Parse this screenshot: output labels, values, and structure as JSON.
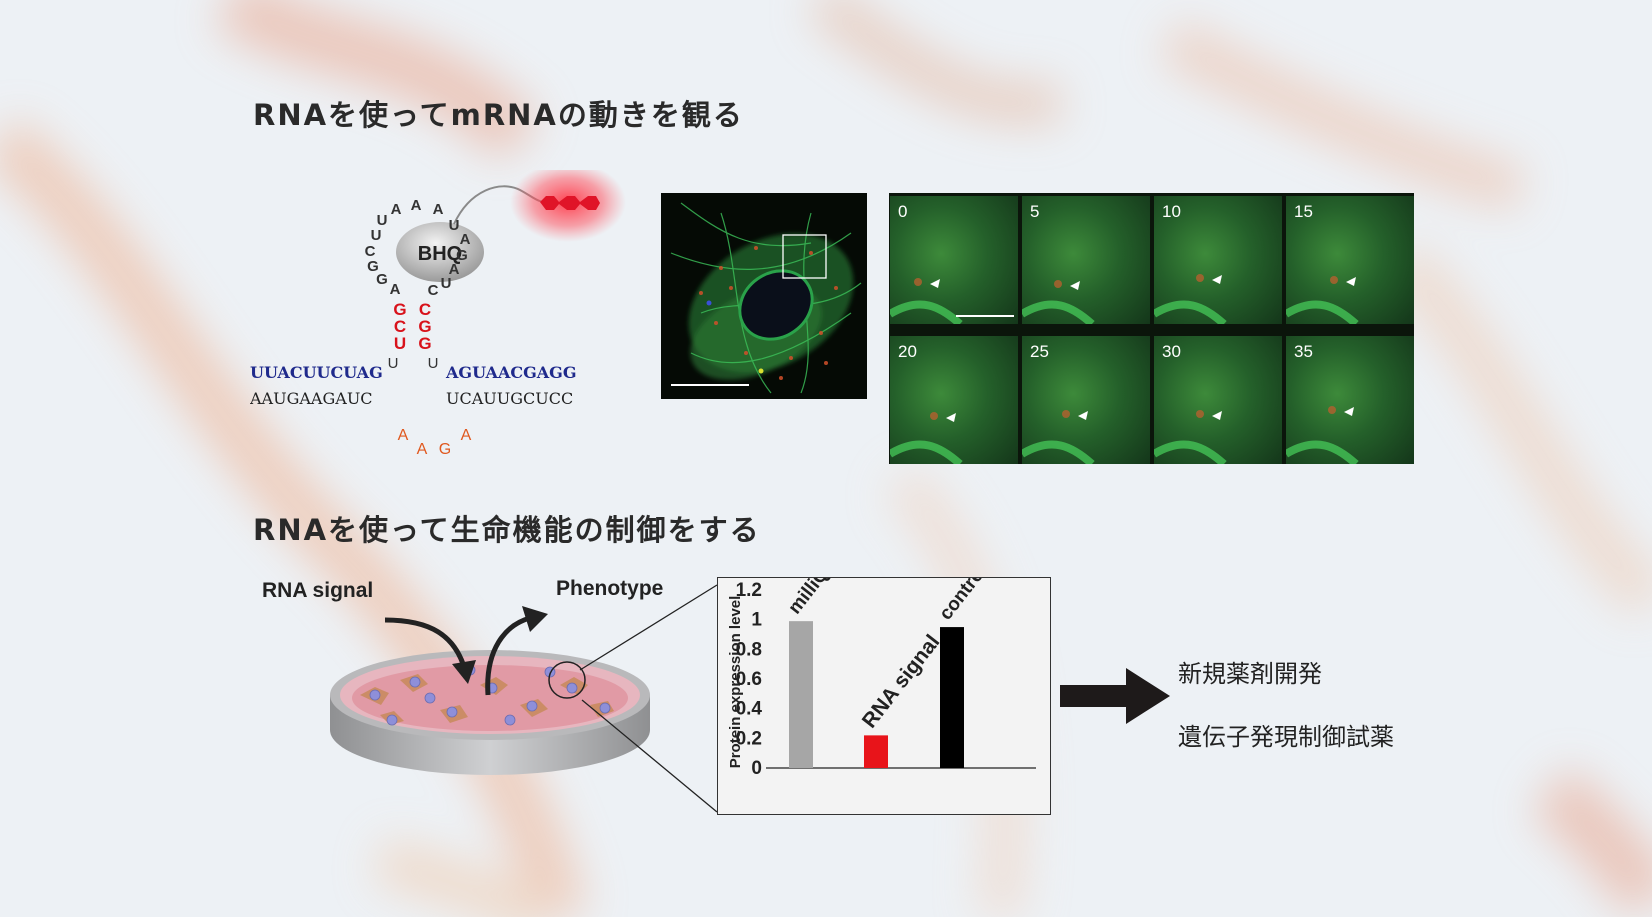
{
  "headings": {
    "top": "RNAを使ってmRNAの動きを観る",
    "bottom": "RNAを使って生命機能の制御をする"
  },
  "hairpin": {
    "quencher": "BHQ",
    "loop_letters": [
      "U",
      "A",
      "A",
      "A",
      "U",
      "A",
      "G",
      "A",
      "U",
      "C",
      "A",
      "G",
      "G",
      "C",
      "U"
    ],
    "stem_left": [
      "G",
      "C",
      "U"
    ],
    "stem_right": [
      "C",
      "G",
      "G"
    ],
    "bulge_left": "U",
    "bulge_right": "U",
    "strand_top_left": "UUACUUCUAG",
    "strand_top_right": "AGUAACGAGG",
    "strand_bottom_left": "AAUGAAGAUC",
    "strand_bottom_right": "UCAUUGCUCC",
    "bottom_loop": [
      "A",
      "A",
      "G",
      "A"
    ]
  },
  "timelapse": {
    "frames": [
      "0",
      "5",
      "10",
      "15",
      "20",
      "25",
      "30",
      "35"
    ]
  },
  "experiment": {
    "input_label": "RNA signal",
    "output_label": "Phenotype"
  },
  "chart_data": {
    "type": "bar",
    "categories": [
      "milliQ",
      "RNA signal",
      "control"
    ],
    "values": [
      0.99,
      0.22,
      0.95
    ],
    "colors": [
      "#a6a6a6",
      "#e8141a",
      "#000000"
    ],
    "ylabel": "Protein expression level",
    "ylim": [
      0,
      1.2
    ],
    "yticks": [
      "0",
      "0.2",
      "0.4",
      "0.6",
      "0.8",
      "1",
      "1.2"
    ]
  },
  "outcomes": [
    "新規薬剤開発",
    "遺伝子発現制御試薬"
  ],
  "colors": {
    "stem_red": "#d8121b",
    "strand_blue": "#1f2a8c",
    "loop_orange": "#e0591f",
    "cell_green": "#2e8a3a"
  }
}
